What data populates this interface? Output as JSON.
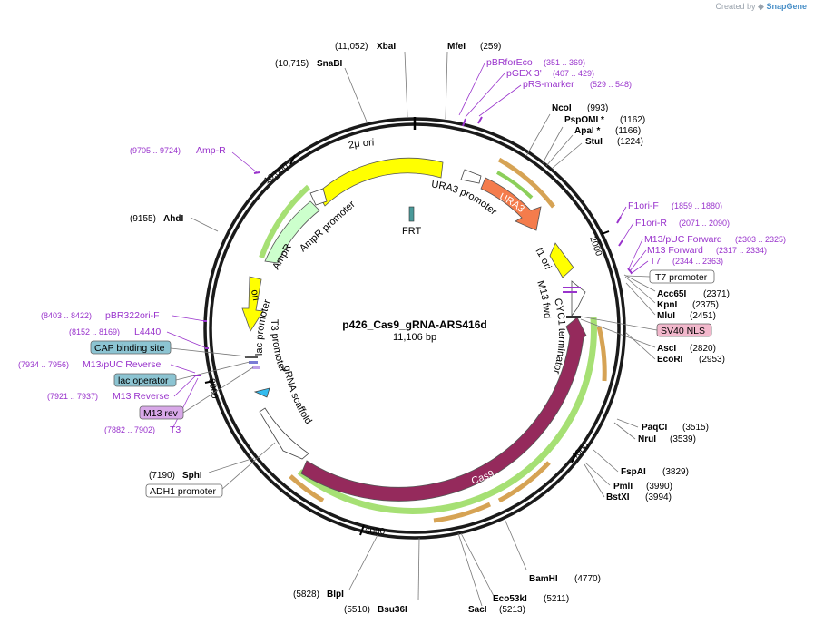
{
  "brand": {
    "created_by": "Created by",
    "name": "SnapGene"
  },
  "plasmid": {
    "name": "p426_Cas9_gRNA-ARS416d",
    "size": "11,106 bp"
  },
  "colors": {
    "cas9": "#952a5c",
    "ura3": "#f47c4c",
    "ori_yellow": "#ffff00",
    "ampr": "#ccffcc",
    "primer": "#9933cc",
    "orf_green": "#60a030",
    "orf_orange": "#d09030",
    "frt": "#4a9a9a",
    "promoter_arrow": "#ffffff",
    "site_label": "#000000"
  },
  "tick_labels": [
    "2000",
    "4000",
    "6000",
    "8000",
    "10,000"
  ],
  "sites": [
    {
      "name": "MfeI",
      "pos": "(259)"
    },
    {
      "name": "NcoI",
      "pos": "(993)"
    },
    {
      "name": "PspOMI *",
      "pos": "(1162)"
    },
    {
      "name": "ApaI *",
      "pos": "(1166)"
    },
    {
      "name": "StuI",
      "pos": "(1224)"
    },
    {
      "name": "Acc65I",
      "pos": "(2371)"
    },
    {
      "name": "KpnI",
      "pos": "(2375)"
    },
    {
      "name": "MluI",
      "pos": "(2451)"
    },
    {
      "name": "AscI",
      "pos": "(2820)"
    },
    {
      "name": "EcoRI",
      "pos": "(2953)"
    },
    {
      "name": "PaqCI",
      "pos": "(3515)"
    },
    {
      "name": "NruI",
      "pos": "(3539)"
    },
    {
      "name": "FspAI",
      "pos": "(3829)"
    },
    {
      "name": "PmlI",
      "pos": "(3990)"
    },
    {
      "name": "BstXI",
      "pos": "(3994)"
    },
    {
      "name": "BamHI",
      "pos": "(4770)"
    },
    {
      "name": "Eco53kI",
      "pos": "(5211)"
    },
    {
      "name": "SacI",
      "pos": "(5213)"
    },
    {
      "name": "Bsu36I",
      "pos": "(5510)"
    },
    {
      "name": "BlpI",
      "pos": "(5828)"
    },
    {
      "name": "SphI",
      "pos": "(7190)"
    },
    {
      "name": "AhdI",
      "pos": "(9155)"
    },
    {
      "name": "SnaBI",
      "pos": "(10,715)"
    },
    {
      "name": "XbaI",
      "pos": "(11,052)"
    }
  ],
  "primers": [
    {
      "name": "pBRforEco",
      "pos": "(351 .. 369)"
    },
    {
      "name": "pGEX 3'",
      "pos": "(407 .. 429)"
    },
    {
      "name": "pRS-marker",
      "pos": "(529 .. 548)"
    },
    {
      "name": "F1ori-F",
      "pos": "(1859 .. 1880)"
    },
    {
      "name": "F1ori-R",
      "pos": "(2071 .. 2090)"
    },
    {
      "name": "M13/pUC Forward",
      "pos": "(2303 .. 2325)"
    },
    {
      "name": "M13 Forward",
      "pos": "(2317 .. 2334)"
    },
    {
      "name": "T7",
      "pos": "(2344 .. 2363)"
    },
    {
      "name": "Amp-R",
      "pos": "(9705 .. 9724)"
    },
    {
      "name": "pBR322ori-F",
      "pos": "(8403 .. 8422)"
    },
    {
      "name": "L4440",
      "pos": "(8152 .. 8169)"
    },
    {
      "name": "M13/pUC Reverse",
      "pos": "(7934 .. 7956)"
    },
    {
      "name": "M13 Reverse",
      "pos": "(7921 .. 7937)"
    },
    {
      "name": "T3",
      "pos": "(7882 .. 7902)"
    }
  ],
  "boxed_features": [
    {
      "name": "T7 promoter"
    },
    {
      "name": "SV40 NLS"
    },
    {
      "name": "CAP binding site"
    },
    {
      "name": "lac operator"
    },
    {
      "name": "M13 rev"
    },
    {
      "name": "ADH1 promoter"
    }
  ],
  "features": [
    {
      "name": "2μ ori"
    },
    {
      "name": "URA3 promoter"
    },
    {
      "name": "URA3"
    },
    {
      "name": "f1 ori"
    },
    {
      "name": "M13 fwd"
    },
    {
      "name": "CYC1 terminator"
    },
    {
      "name": "Cas9"
    },
    {
      "name": "gRNA scaffold"
    },
    {
      "name": "T3 promoter"
    },
    {
      "name": "lac promoter"
    },
    {
      "name": "ori"
    },
    {
      "name": "AmpR"
    },
    {
      "name": "AmpR promoter"
    },
    {
      "name": "FRT"
    }
  ]
}
